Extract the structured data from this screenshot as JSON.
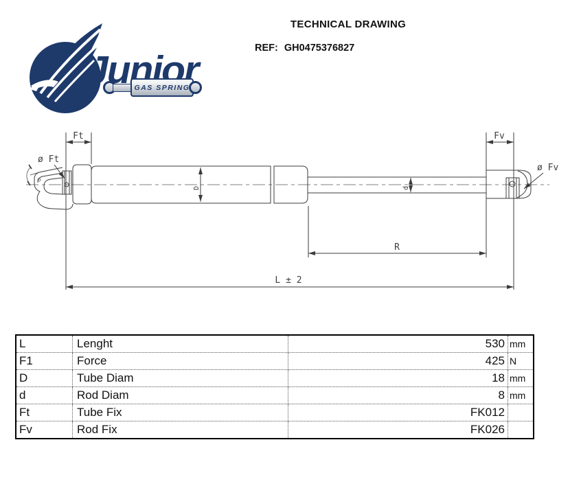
{
  "header": {
    "title": "TECHNICAL DRAWING",
    "ref_label": "REF:",
    "ref_value": "GH0475376827"
  },
  "logo": {
    "brand": "Junior",
    "tagline": "GAS SPRING"
  },
  "drawing": {
    "labels": {
      "tube_fix_length": "Ft",
      "tube_fix_diameter": "ø Ft",
      "rod_fix_length": "Fv",
      "rod_fix_diameter": "ø Fv",
      "tube_diameter": "D",
      "rod_diameter": "d",
      "rod_stroke": "R",
      "total_length": "L ± 2"
    }
  },
  "table": {
    "rows": [
      {
        "symbol": "L",
        "name": "Lenght",
        "value": "530",
        "unit": "mm"
      },
      {
        "symbol": "F1",
        "name": "Force",
        "value": "425",
        "unit": "N"
      },
      {
        "symbol": "D",
        "name": "Tube Diam",
        "value": "18",
        "unit": "mm"
      },
      {
        "symbol": "d",
        "name": "Rod Diam",
        "value": "8",
        "unit": "mm"
      },
      {
        "symbol": "Ft",
        "name": "Tube Fix",
        "value": "FK012",
        "unit": ""
      },
      {
        "symbol": "Fv",
        "name": "Rod Fix",
        "value": "FK026",
        "unit": ""
      }
    ]
  },
  "colors": {
    "navy": "#1e3a6b",
    "line": "#3c3c3c"
  }
}
